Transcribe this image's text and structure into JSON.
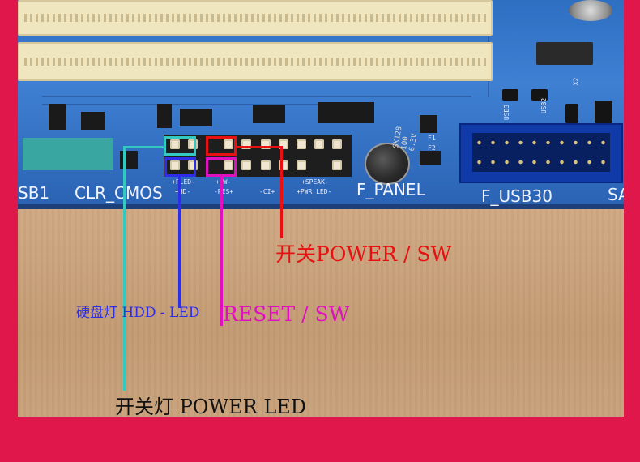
{
  "colors": {
    "frame": "#e0174a",
    "power_sw": "#e81010",
    "reset_sw": "#e010c0",
    "hdd_led": "#2e2ee6",
    "power_led": "#33c9c0"
  },
  "board_silkscreen": {
    "usb_fragment": "SB1",
    "clr_cmos": "CLR_CMOS",
    "pled_hd": [
      "+PLED-",
      "+HD-"
    ],
    "pw_res": [
      "+PW-",
      "-RES+"
    ],
    "ci": "-CI+",
    "speak_pwr": [
      "+SPEAK-",
      "+PWR_LED-"
    ],
    "f_panel": "F_PANEL",
    "f_usb30": "F_USB30",
    "sa_fragment": "SA",
    "capacitor_text": "SK128\n100\n6.3V",
    "usb_marks": [
      "USB2",
      "USB3",
      "F1",
      "F2",
      "X2"
    ]
  },
  "annotations": {
    "power_sw": "开关POWER / SW",
    "reset_sw": "RESET / SW",
    "hdd_led": "硬盘灯 HDD - LED",
    "power_led": "开关灯 POWER LED"
  }
}
